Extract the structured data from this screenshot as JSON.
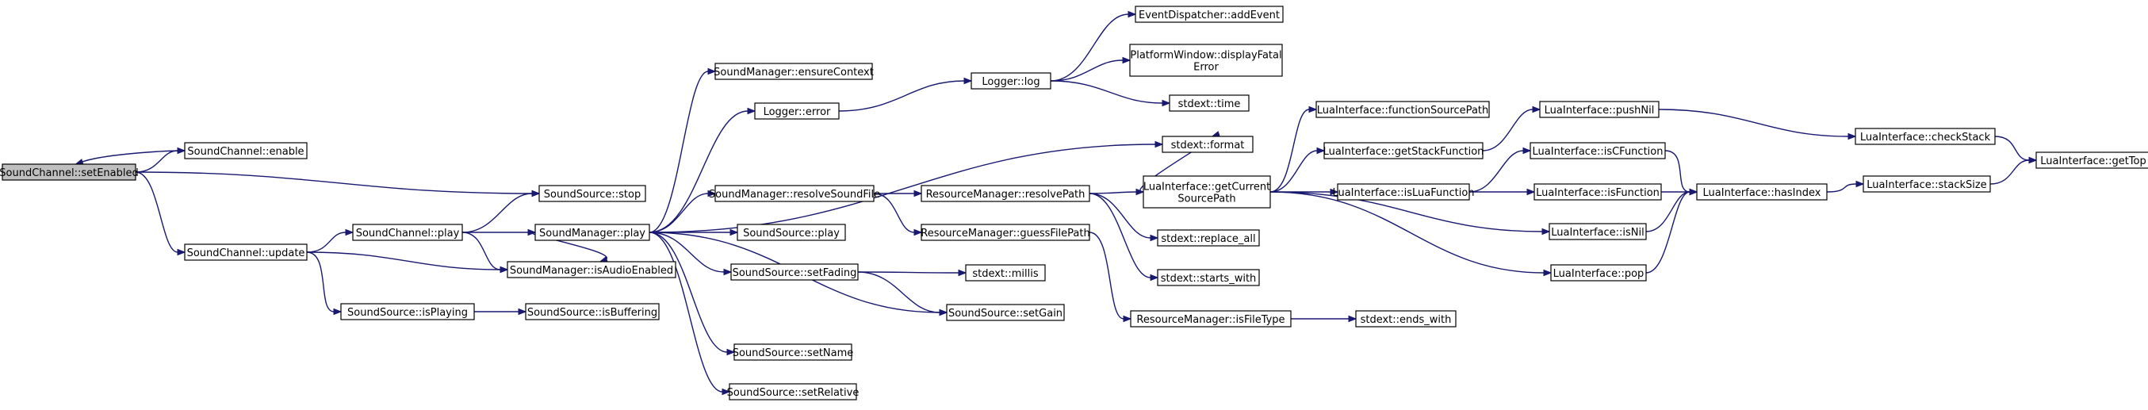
{
  "colors": {
    "edge": "#191970",
    "node_border": "#000000",
    "root_fill": "#bfbfbf",
    "node_fill": "#ffffff"
  },
  "nodes": [
    {
      "id": "setEnabled",
      "lines": [
        "SoundChannel::setEnabled"
      ],
      "root": true
    },
    {
      "id": "enable",
      "lines": [
        "SoundChannel::enable"
      ]
    },
    {
      "id": "update",
      "lines": [
        "SoundChannel::update"
      ]
    },
    {
      "id": "chPlay",
      "lines": [
        "SoundChannel::play"
      ]
    },
    {
      "id": "isPlaying",
      "lines": [
        "SoundSource::isPlaying"
      ]
    },
    {
      "id": "stop",
      "lines": [
        "SoundSource::stop"
      ]
    },
    {
      "id": "mgrPlay",
      "lines": [
        "SoundManager::play"
      ]
    },
    {
      "id": "isAudioEnabled",
      "lines": [
        "SoundManager::isAudioEnabled"
      ]
    },
    {
      "id": "isBuffering",
      "lines": [
        "SoundSource::isBuffering"
      ]
    },
    {
      "id": "ensureContext",
      "lines": [
        "SoundManager::ensureContext"
      ]
    },
    {
      "id": "logError",
      "lines": [
        "Logger::error"
      ]
    },
    {
      "id": "resolveSoundFile",
      "lines": [
        "SoundManager::resolveSoundFile"
      ]
    },
    {
      "id": "srcPlay",
      "lines": [
        "SoundSource::play"
      ]
    },
    {
      "id": "setFading",
      "lines": [
        "SoundSource::setFading"
      ]
    },
    {
      "id": "setName",
      "lines": [
        "SoundSource::setName"
      ]
    },
    {
      "id": "setRelative",
      "lines": [
        "SoundSource::setRelative"
      ]
    },
    {
      "id": "log",
      "lines": [
        "Logger::log"
      ]
    },
    {
      "id": "resolvePath",
      "lines": [
        "ResourceManager::resolvePath"
      ]
    },
    {
      "id": "guessFilePath",
      "lines": [
        "ResourceManager::guessFilePath"
      ]
    },
    {
      "id": "millis",
      "lines": [
        "stdext::millis"
      ]
    },
    {
      "id": "setGain",
      "lines": [
        "SoundSource::setGain"
      ]
    },
    {
      "id": "isFileType",
      "lines": [
        "ResourceManager::isFileType"
      ]
    },
    {
      "id": "addEvent",
      "lines": [
        "EventDispatcher::addEvent"
      ]
    },
    {
      "id": "displayFatal",
      "lines": [
        "PlatformWindow::displayFatal",
        "Error"
      ]
    },
    {
      "id": "time",
      "lines": [
        "stdext::time"
      ]
    },
    {
      "id": "format",
      "lines": [
        "stdext::format"
      ]
    },
    {
      "id": "getCurrentSourcePath",
      "lines": [
        "LuaInterface::getCurrent",
        "SourcePath"
      ]
    },
    {
      "id": "replaceAll",
      "lines": [
        "stdext::replace_all"
      ]
    },
    {
      "id": "startsWith",
      "lines": [
        "stdext::starts_with"
      ]
    },
    {
      "id": "endsWith",
      "lines": [
        "stdext::ends_with"
      ]
    },
    {
      "id": "functionSourcePath",
      "lines": [
        "LuaInterface::functionSourcePath"
      ]
    },
    {
      "id": "getStackFunction",
      "lines": [
        "LuaInterface::getStackFunction"
      ]
    },
    {
      "id": "isLuaFunction",
      "lines": [
        "LuaInterface::isLuaFunction"
      ]
    },
    {
      "id": "pushNil",
      "lines": [
        "LuaInterface::pushNil"
      ]
    },
    {
      "id": "isCFunction",
      "lines": [
        "LuaInterface::isCFunction"
      ]
    },
    {
      "id": "isFunction",
      "lines": [
        "LuaInterface::isFunction"
      ]
    },
    {
      "id": "isNil",
      "lines": [
        "LuaInterface::isNil"
      ]
    },
    {
      "id": "pop",
      "lines": [
        "LuaInterface::pop"
      ]
    },
    {
      "id": "hasIndex",
      "lines": [
        "LuaInterface::hasIndex"
      ]
    },
    {
      "id": "checkStack",
      "lines": [
        "LuaInterface::checkStack"
      ]
    },
    {
      "id": "stackSize",
      "lines": [
        "LuaInterface::stackSize"
      ]
    },
    {
      "id": "getTop",
      "lines": [
        "LuaInterface::getTop"
      ]
    }
  ],
  "edges": [
    [
      "setEnabled",
      "enable"
    ],
    [
      "setEnabled",
      "stop"
    ],
    [
      "setEnabled",
      "update"
    ],
    [
      "enable",
      "setEnabled"
    ],
    [
      "update",
      "chPlay"
    ],
    [
      "update",
      "isAudioEnabled"
    ],
    [
      "update",
      "isPlaying"
    ],
    [
      "chPlay",
      "stop"
    ],
    [
      "chPlay",
      "mgrPlay"
    ],
    [
      "chPlay",
      "isAudioEnabled"
    ],
    [
      "isPlaying",
      "isBuffering"
    ],
    [
      "mgrPlay",
      "ensureContext"
    ],
    [
      "mgrPlay",
      "logError"
    ],
    [
      "mgrPlay",
      "format"
    ],
    [
      "mgrPlay",
      "resolveSoundFile"
    ],
    [
      "mgrPlay",
      "srcPlay"
    ],
    [
      "mgrPlay",
      "setFading"
    ],
    [
      "mgrPlay",
      "setGain"
    ],
    [
      "mgrPlay",
      "setName"
    ],
    [
      "mgrPlay",
      "setRelative"
    ],
    [
      "mgrPlay",
      "isAudioEnabled"
    ],
    [
      "logError",
      "log"
    ],
    [
      "log",
      "addEvent"
    ],
    [
      "log",
      "displayFatal"
    ],
    [
      "log",
      "time"
    ],
    [
      "resolveSoundFile",
      "resolvePath"
    ],
    [
      "resolveSoundFile",
      "guessFilePath"
    ],
    [
      "resolvePath",
      "getCurrentSourcePath"
    ],
    [
      "resolvePath",
      "replaceAll"
    ],
    [
      "resolvePath",
      "startsWith"
    ],
    [
      "guessFilePath",
      "isFileType"
    ],
    [
      "setFading",
      "millis"
    ],
    [
      "setFading",
      "setGain"
    ],
    [
      "isFileType",
      "endsWith"
    ],
    [
      "getCurrentSourcePath",
      "format"
    ],
    [
      "getCurrentSourcePath",
      "functionSourcePath"
    ],
    [
      "getCurrentSourcePath",
      "getStackFunction"
    ],
    [
      "getCurrentSourcePath",
      "isLuaFunction"
    ],
    [
      "getCurrentSourcePath",
      "isNil"
    ],
    [
      "getCurrentSourcePath",
      "pop"
    ],
    [
      "getStackFunction",
      "pushNil"
    ],
    [
      "isLuaFunction",
      "isCFunction"
    ],
    [
      "isLuaFunction",
      "isFunction"
    ],
    [
      "pushNil",
      "checkStack"
    ],
    [
      "isCFunction",
      "hasIndex"
    ],
    [
      "isFunction",
      "hasIndex"
    ],
    [
      "isNil",
      "hasIndex"
    ],
    [
      "pop",
      "hasIndex"
    ],
    [
      "hasIndex",
      "stackSize"
    ],
    [
      "checkStack",
      "getTop"
    ],
    [
      "stackSize",
      "getTop"
    ]
  ]
}
